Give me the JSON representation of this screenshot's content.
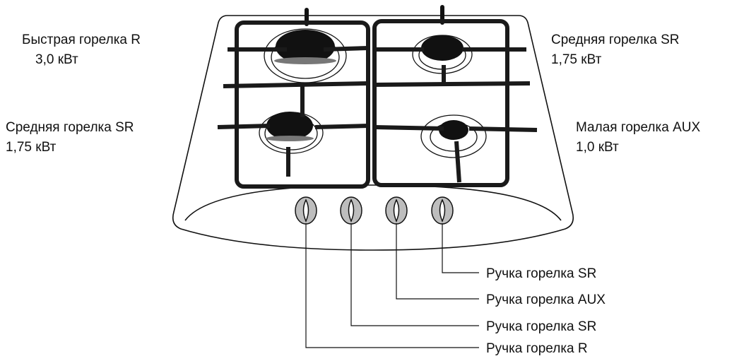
{
  "burners": {
    "top_left": {
      "name": "Быстрая горелка R",
      "power": "3,0  кВт"
    },
    "top_right": {
      "name": "Средняя горелка  SR",
      "power": "1,75 кВт"
    },
    "bottom_left": {
      "name": "Средняя горелка  SR",
      "power": "1,75 кВт"
    },
    "bottom_right": {
      "name": "Малая горелка AUX",
      "power": "1,0 кВт"
    }
  },
  "knobs": [
    {
      "label": "Ручка горелка R"
    },
    {
      "label": "Ручка горелка SR"
    },
    {
      "label": "Ручка горелка AUX"
    },
    {
      "label": "Ручка горелка SR"
    }
  ],
  "colors": {
    "line": "#111111",
    "grate": "#1a1a1a",
    "burner": "#111111",
    "knob_fill": "#bdbdbd",
    "background": "#ffffff"
  }
}
